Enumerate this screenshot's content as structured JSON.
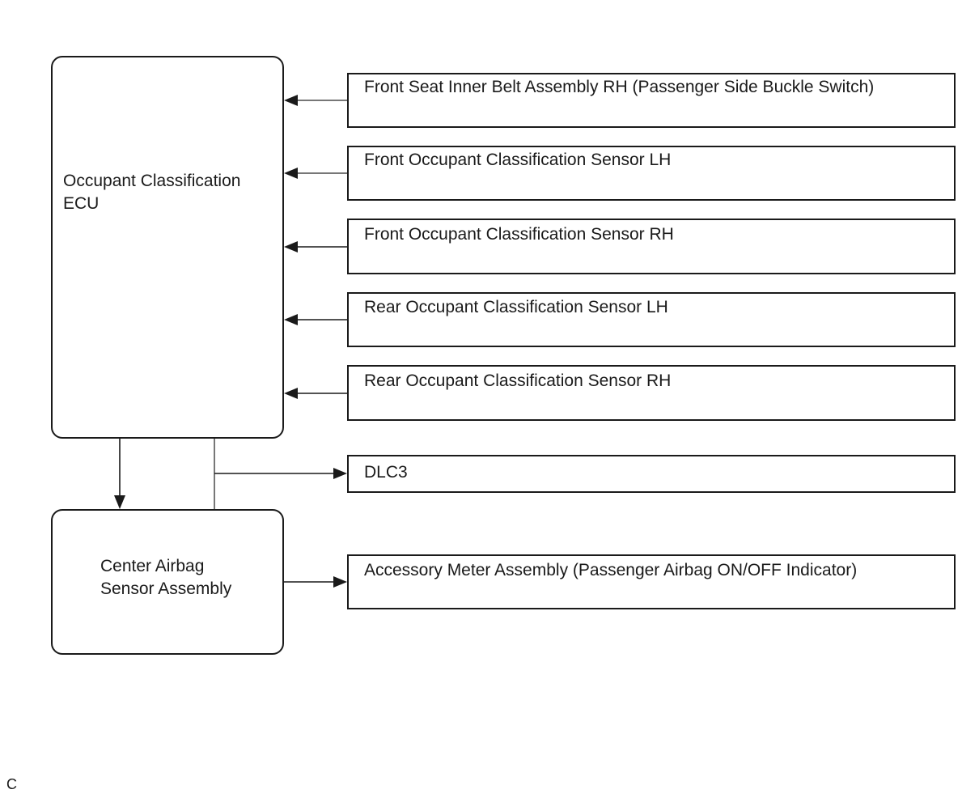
{
  "blocks": {
    "ecu": {
      "line1": "Occupant Classification",
      "line2": "ECU"
    },
    "center_airbag": {
      "line1": "Center Airbag",
      "line2": "Sensor Assembly"
    }
  },
  "inputs": [
    "Front Seat Inner Belt Assembly RH (Passenger Side Buckle Switch)",
    "Front Occupant Classification Sensor LH",
    "Front Occupant Classification Sensor RH",
    "Rear Occupant Classification Sensor LH",
    "Rear Occupant Classification Sensor RH"
  ],
  "outputs": {
    "dlc3": "DLC3",
    "meter": "Accessory Meter Assembly (Passenger Airbag ON/OFF Indicator)"
  },
  "corner_mark": "C"
}
